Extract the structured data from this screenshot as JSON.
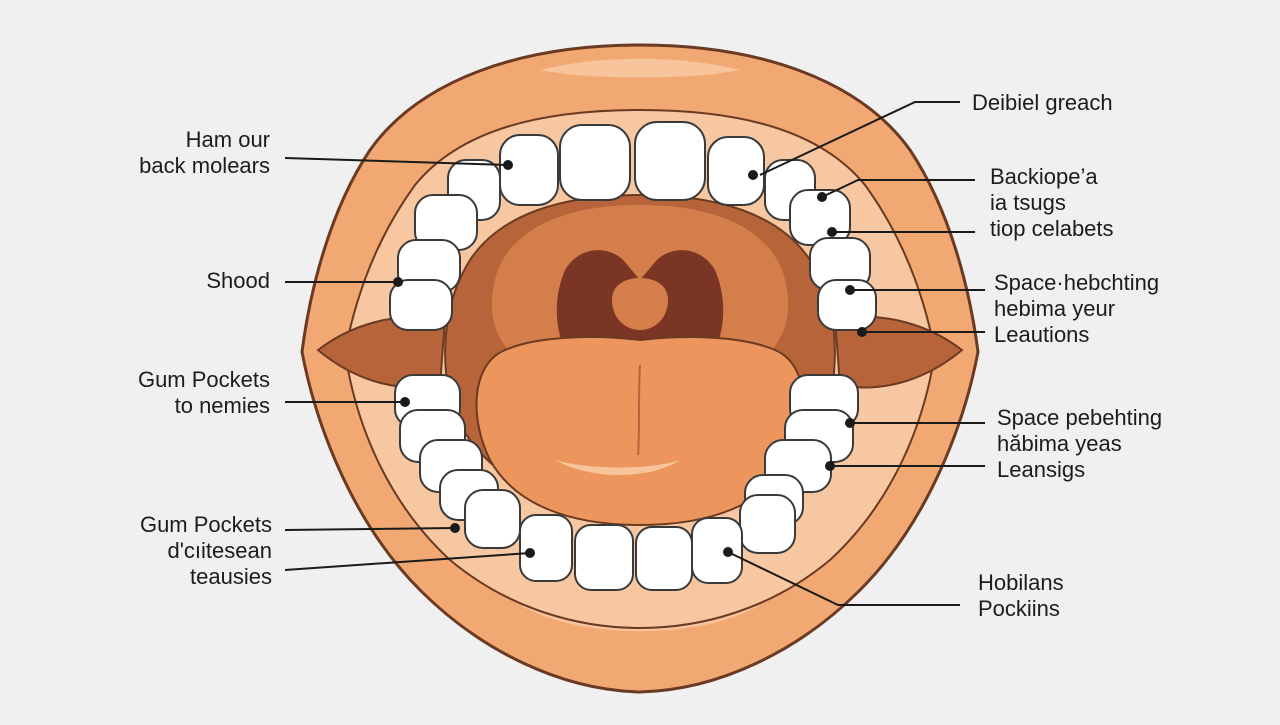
{
  "colors": {
    "background": "#f0f0f1",
    "lip": "#f2a872",
    "lip_outline": "#6b3a22",
    "gum": "#f6c7a0",
    "mouth_cavity": "#b8643a",
    "palate": "#d47f4b",
    "throat": "#7a3524",
    "tongue": "#ec955c",
    "tooth": "#ffffff",
    "tooth_outline": "#3a3a3a",
    "leader_line": "#1a1a1a"
  },
  "labels": {
    "l1": [
      "Ham our",
      "back molears"
    ],
    "l2": [
      "Shood"
    ],
    "l3": [
      "Gum Pockets",
      "to nemies"
    ],
    "l4": [
      "Gum Pockets",
      "d'cıitesean",
      "teausies"
    ],
    "r1": [
      "Deibiel greach"
    ],
    "r2": [
      "Backiope’a",
      "ia tsugs",
      "tiop celabets"
    ],
    "r3": [
      "Space·hebchting",
      "hebima yeur",
      "Leautions"
    ],
    "r4": [
      "Space pebehting",
      "hăbima yeas",
      "Leansigs"
    ],
    "r5": [
      "Hobilans",
      "Pockiins"
    ]
  }
}
